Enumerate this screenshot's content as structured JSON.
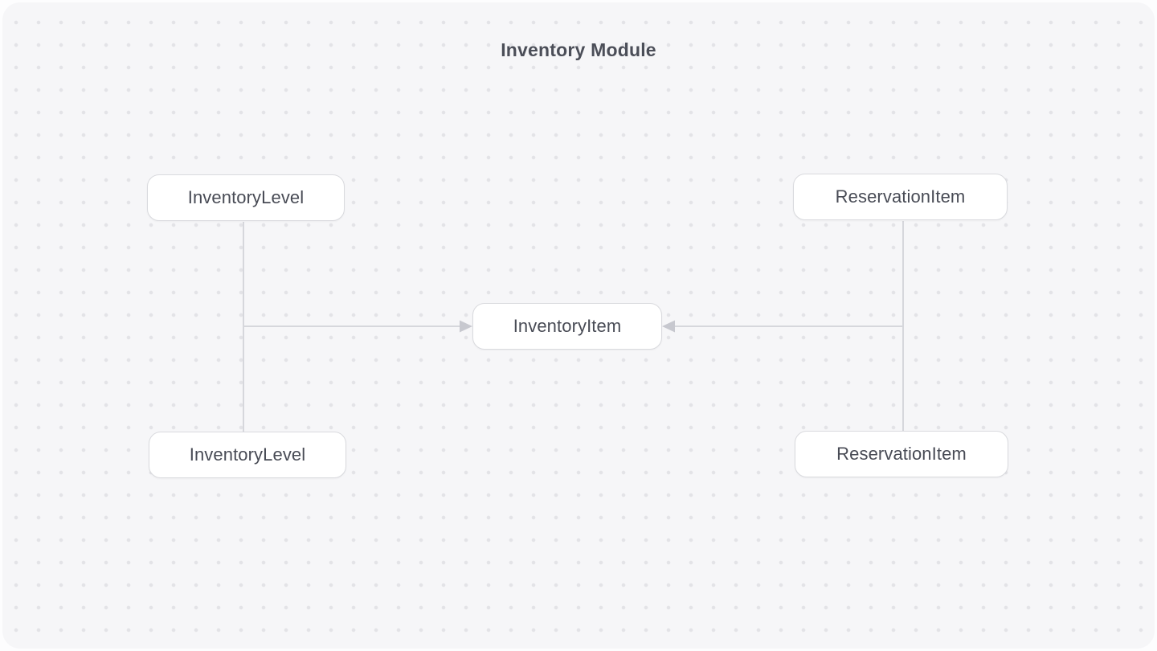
{
  "diagram": {
    "title": "Inventory Module",
    "nodes": [
      {
        "id": "inventory-level-top",
        "label": "InventoryLevel"
      },
      {
        "id": "reservation-item-top",
        "label": "ReservationItem"
      },
      {
        "id": "inventory-item",
        "label": "InventoryItem"
      },
      {
        "id": "inventory-level-bottom",
        "label": "InventoryLevel"
      },
      {
        "id": "reservation-item-bottom",
        "label": "ReservationItem"
      }
    ],
    "edges": [
      {
        "from": "inventory-level-top",
        "to": "inventory-item",
        "arrow_at": "target"
      },
      {
        "from": "inventory-level-bottom",
        "to": "inventory-item",
        "arrow_at": "target"
      },
      {
        "from": "reservation-item-top",
        "to": "inventory-item",
        "arrow_at": "target"
      },
      {
        "from": "reservation-item-bottom",
        "to": "inventory-item",
        "arrow_at": "target"
      }
    ],
    "colors": {
      "page_background": "#fdfdfe",
      "canvas_background": "#f6f6f8",
      "dot_grid": "#e3e3e7",
      "node_background": "#ffffff",
      "node_border": "#d9dade",
      "node_text": "#484b55",
      "title_text": "#4b4e58",
      "edge_line": "#d6d7dc",
      "edge_arrow": "#c7c8cf"
    }
  }
}
